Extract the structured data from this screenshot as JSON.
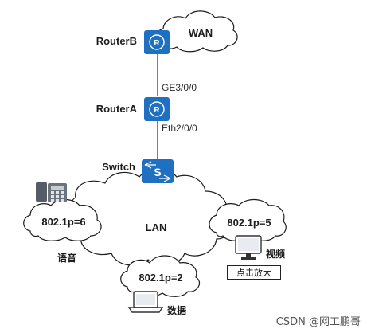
{
  "devices": {
    "router_b": "RouterB",
    "router_a": "RouterA",
    "switch": "Switch"
  },
  "ports": {
    "ge": "GE3/0/0",
    "eth": "Eth2/0/0"
  },
  "clouds": {
    "wan": "WAN",
    "lan": "LAN",
    "voice_priority": "802.1p=6",
    "video_priority": "802.1p=5",
    "data_priority": "802.1p=2"
  },
  "terminals": {
    "voice": "语音",
    "video": "视频",
    "data": "数据"
  },
  "ui": {
    "zoom_button": "点击放大",
    "watermark": "CSDN @网工鹏哥"
  },
  "colors": {
    "device_blue": "#1f6fc3",
    "cloud_stroke": "#1a1a1a",
    "link_line": "#3a3a3a"
  }
}
